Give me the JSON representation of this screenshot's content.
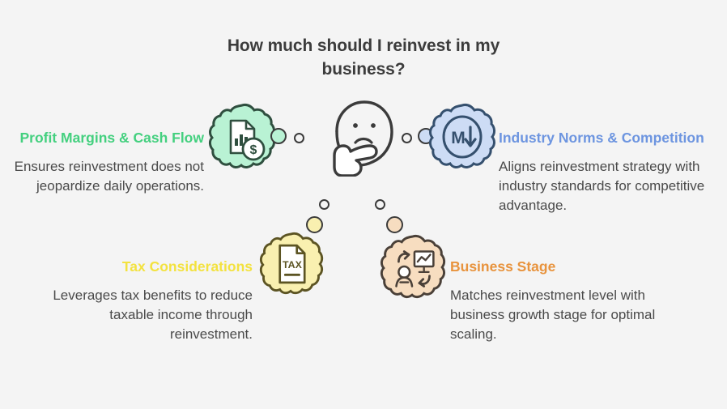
{
  "page": {
    "background_color": "#f4f4f4",
    "title": "How much should I reinvest in my business?"
  },
  "center": {
    "icon_name": "thinking-face-icon"
  },
  "branches": [
    {
      "id": "profit",
      "heading": "Profit Margins & Cash Flow",
      "body": "Ensures reinvestment does not jeopardize daily operations.",
      "color": "#44d07f",
      "fill": "#b9f2d4",
      "icon_name": "financial-report-dollar-icon",
      "position": "top-left"
    },
    {
      "id": "industry",
      "heading": "Industry Norms & Competition",
      "body": "Aligns reinvestment strategy with industry standards for competitive advantage.",
      "color": "#6d95e0",
      "fill": "#cddcf5",
      "icon_name": "market-down-arrow-icon",
      "icon_label": "M",
      "position": "top-right"
    },
    {
      "id": "tax",
      "heading": "Tax Considerations",
      "body": "Leverages tax benefits to reduce taxable income through reinvestment.",
      "color": "#f3e23f",
      "fill": "#f9f0b0",
      "icon_name": "tax-document-icon",
      "icon_label": "TAX",
      "position": "bottom-left"
    },
    {
      "id": "business",
      "heading": "Business Stage",
      "body": "Matches reinvestment level with business growth stage for optimal scaling.",
      "color": "#e8933d",
      "fill": "#f7ddc0",
      "icon_name": "business-growth-cycle-icon",
      "position": "bottom-right"
    }
  ]
}
